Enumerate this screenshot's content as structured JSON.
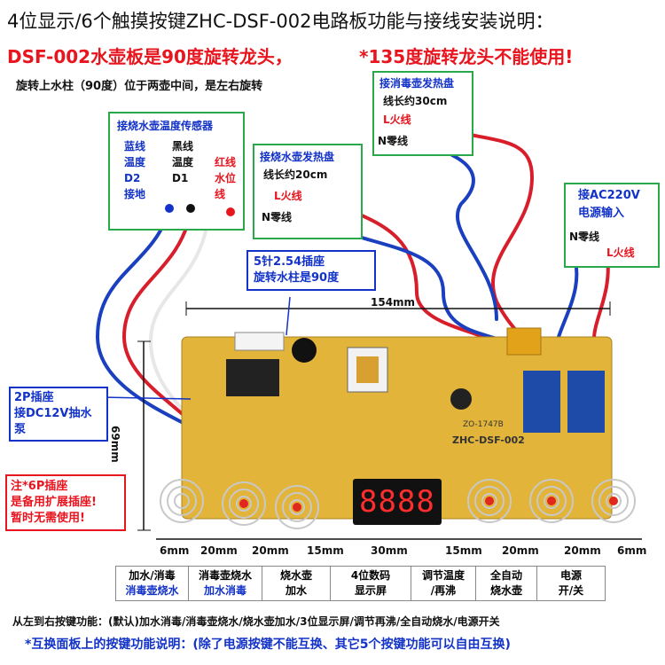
{
  "title": "4位显示/6个触摸按键ZHC-DSF-002电路板功能与接线安装说明：",
  "subtitle_left": "DSF-002水壶板是90度旋转龙头，",
  "subtitle_right": "*135度旋转龙头不能使用!",
  "note_rotation": "旋转上水柱（90度）位于两壶中间，是左右旋转",
  "sensor_box": {
    "title": "接烧水壶温度传感器",
    "blue_wire": [
      "蓝线",
      "温度",
      "D2",
      "接地"
    ],
    "black_wire": [
      "黑线",
      "温度",
      "D1"
    ],
    "red_wire": [
      "红线",
      "水位",
      "线"
    ]
  },
  "disinfect_heater": {
    "title": "接消毒壶发热盘",
    "length": "线长约30cm",
    "live": "L火线",
    "neutral": "N零线"
  },
  "kettle_heater": {
    "title": "接烧水壶发热盘",
    "length": "线长约20cm",
    "live": "L火线",
    "neutral": "N零线"
  },
  "power_input": {
    "title1": "接AC220V",
    "title2": "电源输入",
    "neutral": "N零线",
    "live": "L火线"
  },
  "socket_5pin": {
    "line1": "5针2.54插座",
    "line2": "旋转水柱是90度"
  },
  "pump_socket": {
    "line1": "2P插座",
    "line2": "接DC12V抽水泵"
  },
  "note_6p": {
    "line1": "注*6P插座",
    "line2": "是备用扩展插座!",
    "line3": "暂时无需使用!"
  },
  "pcb": {
    "width_label": "154mm",
    "height_label": "69mm",
    "model": "ZHC-DSF-002",
    "code": "ZO-1747B",
    "display": "8888"
  },
  "spacing": [
    "6mm",
    "20mm",
    "20mm",
    "15mm",
    "30mm",
    "15mm",
    "20mm",
    "20mm",
    "6mm"
  ],
  "functions": [
    {
      "l1": "加水/消毒",
      "l2": "消毒壶烧水",
      "c2": "blue"
    },
    {
      "l1": "消毒壶烧水",
      "l2": "加水消毒",
      "c2": "blue"
    },
    {
      "l1": "烧水壶",
      "l2": "加水",
      "c2": "black"
    },
    {
      "l1": "4位数码",
      "l2": "显示屏",
      "c2": "black"
    },
    {
      "l1": "调节温度",
      "l2": "/再沸",
      "c2": "black"
    },
    {
      "l1": "全自动",
      "l2": "烧水壶",
      "c2": "black"
    },
    {
      "l1": "电源",
      "l2": "开/关",
      "c2": "black"
    }
  ],
  "footer1": "从左到右按键功能：(默认)加水消毒/消毒壶烧水/烧水壶加水/3位显示屏/调节再沸/全自动烧水/电源开关",
  "footer2": "*互换面板上的按键功能说明：(除了电源按键不能互换、其它5个按键功能可以自由互换)",
  "colors": {
    "red": "#e8141e",
    "blue": "#1232c8",
    "pcb": "#e2b43a",
    "green": "#2aa94a"
  }
}
